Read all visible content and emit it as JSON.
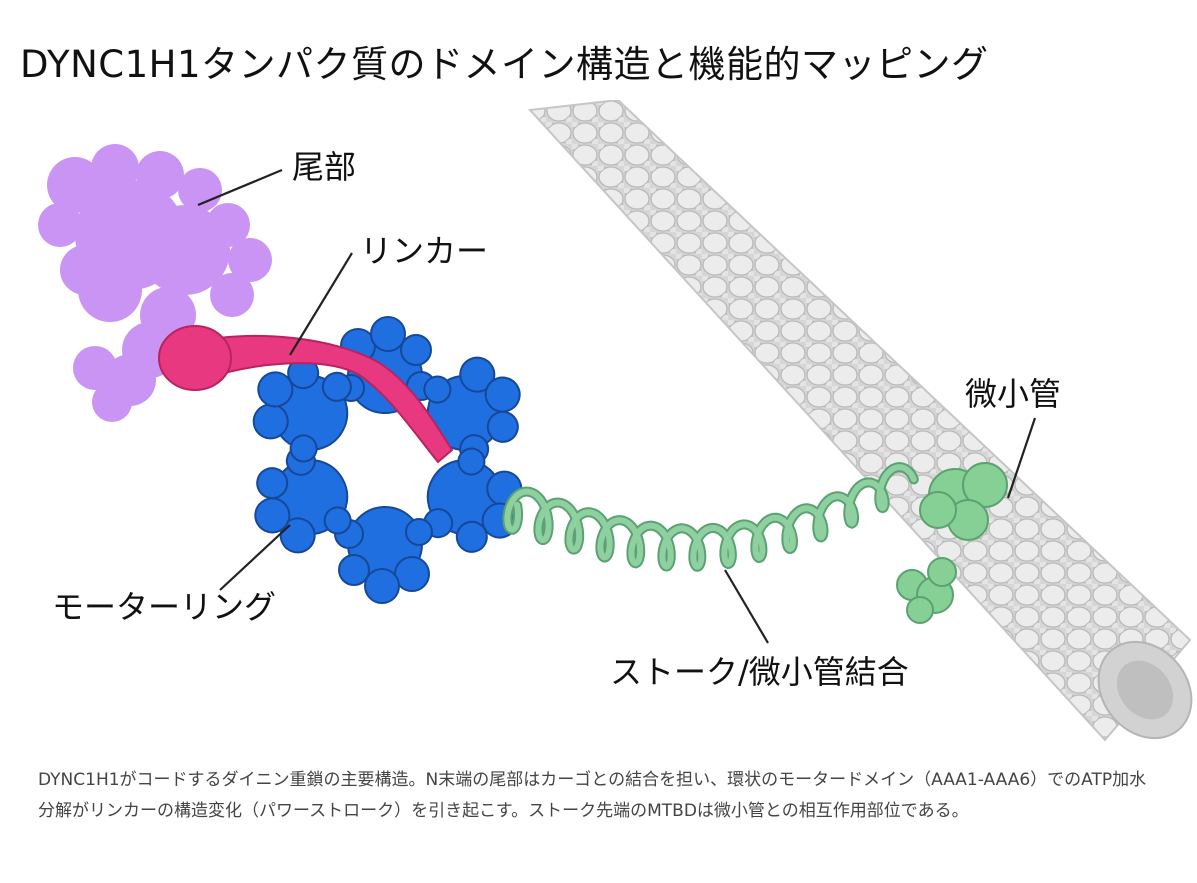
{
  "title": "DYNC1H1タンパク質のドメイン構造と機能的マッピング",
  "labels": {
    "tail": "尾部",
    "linker": "リンカー",
    "motor_ring": "モーターリング",
    "stalk": "ストーク/微小管結合",
    "microtubule": "微小管"
  },
  "caption": "DYNC1H1がコードするダイニン重鎖の主要構造。N末端の尾部はカーゴとの結合を担い、環状のモータードメイン（AAA1-AAA6）でのATP加水分解がリンカーの構造変化（パワーストローク）を引き起こす。ストーク先端のMTBDは微小管との相互作用部位である。",
  "colors": {
    "tail": "#c994f4",
    "linker": "#e8387f",
    "motor_ring": "#1f6fe0",
    "stalk": "#8fd0a0",
    "mtbd": "#86cf95",
    "microtubule": "#dcdcdc"
  },
  "icons": {
    "tail": "tail-domain-blob",
    "linker": "linker-club",
    "motor_ring": "aaa-ring",
    "stalk": "coiled-coil-stalk",
    "microtubule": "microtubule-tube"
  }
}
